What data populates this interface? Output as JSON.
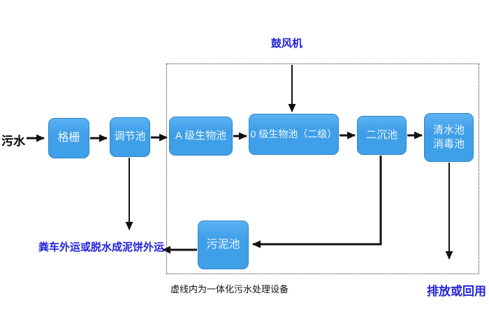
{
  "diagram": {
    "source_label": "污水",
    "blower_label": "鼓风机",
    "nodes": {
      "grid": "格栅",
      "regulating_tank": "调节池",
      "a_bio_tank": "A 级生物池",
      "o_bio_tank": "0 级生物池（二级）",
      "secondary_sedimentation_tank": "二沉池",
      "clear_water_tank_line1": "清水池",
      "clear_water_tank_line2": "消毒池",
      "sludge_tank": "污泥池"
    },
    "outputs": {
      "sludge_disposal": "粪车外运或脱水成泥饼外运",
      "discharge": "排放或回用"
    },
    "dashed_box_caption": "虚线内为一体化污水处理设备",
    "colors": {
      "node_fill": "#3f9fe9",
      "node_fill_light": "#5cb2f2",
      "node_border": "#2f87c9",
      "node_text": "#eef7ff",
      "accent_text": "#2222dd",
      "arrow": "#111111",
      "background": "#ffffff"
    }
  }
}
